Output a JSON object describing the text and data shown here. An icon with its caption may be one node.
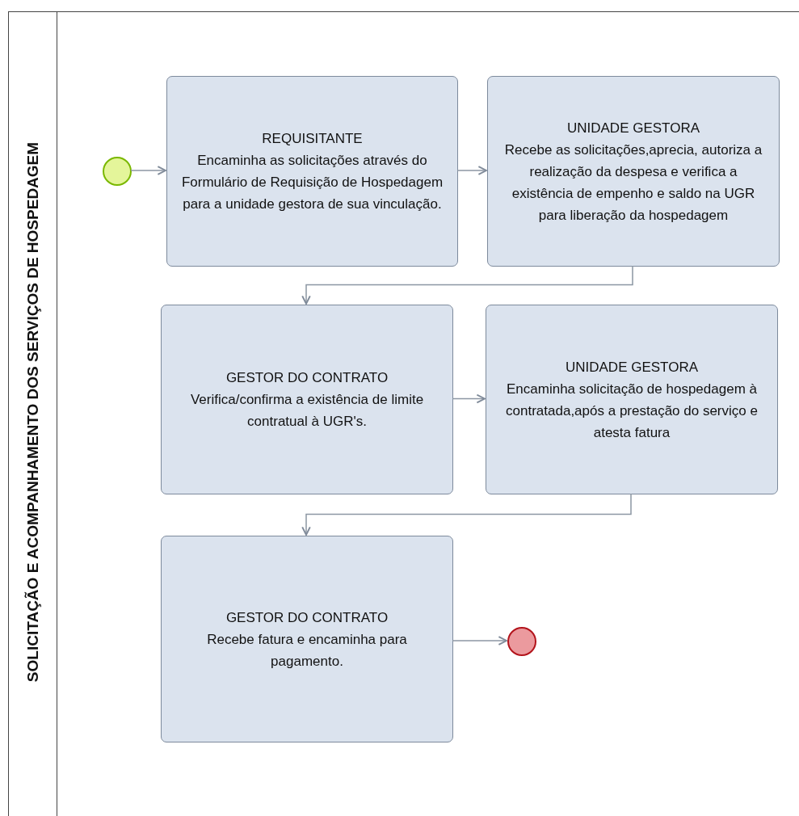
{
  "diagram": {
    "nodes": [
      {
        "text": [
          "SOLICITAÇÃO E ACOMPANHAMENTO DOS SERVIÇOS DE HOSPEDAGEM"
        ]
      },
      {
        "text": [],
        "shape": "circle",
        "in": 0
      },
      {
        "text": [
          "REQUISITANTE",
          "Encaminha as solicitações através do Formulário de Requisição de Hospedagem para a unidade gestora de sua vinculação."
        ],
        "in": 0
      },
      {
        "text": [
          "UNIDADE GESTORA",
          "Recebe as solicitações,aprecia, autoriza a realização da despesa e verifica a existência de empenho e saldo na UGR para liberação da hospedagem"
        ],
        "in": 0
      },
      {
        "text": [
          "GESTOR DO CONTRATO",
          "Verifica/confirma a existência de limite contratual à UGR's."
        ],
        "in": 0
      },
      {
        "text": [
          "UNIDADE GESTORA",
          "Encaminha solicitação de hospedagem à contratada,após a prestação do serviço e atesta fatura"
        ],
        "in": 0
      },
      {
        "text": [
          "GESTOR DO CONTRATO",
          "Recebe fatura e encaminha para pagamento."
        ],
        "in": 0
      },
      {
        "text": [],
        "shape": "circle",
        "in": 0
      }
    ],
    "edges": [
      {
        "from": 1,
        "to": 2,
        "arrow": "to"
      },
      {
        "from": 2,
        "to": 3,
        "arrow": "to"
      },
      {
        "from": 3,
        "to": 4,
        "arrow": "to"
      },
      {
        "from": 4,
        "to": 5,
        "arrow": "to"
      },
      {
        "from": 5,
        "to": 6,
        "arrow": "to"
      },
      {
        "from": 6,
        "to": 7,
        "arrow": "to"
      }
    ]
  }
}
